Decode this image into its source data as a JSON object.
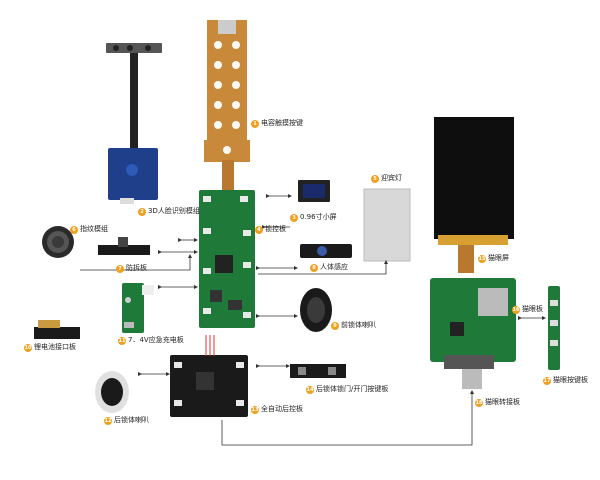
{
  "components": [
    {
      "id": "cap_touch",
      "num": "1",
      "label": "电容触摸按键"
    },
    {
      "id": "face3d",
      "num": "2",
      "label": "3D人脸识别模组"
    },
    {
      "id": "mini_screen",
      "num": "3",
      "label": "0.96寸小屏"
    },
    {
      "id": "lock_board",
      "num": "4",
      "label": "锁控板"
    },
    {
      "id": "welcome_light",
      "num": "5",
      "label": "迎宾灯"
    },
    {
      "id": "fingerprint",
      "num": "6",
      "label": "指纹模组"
    },
    {
      "id": "anti_tamper",
      "num": "7",
      "label": "防拆板"
    },
    {
      "id": "pir",
      "num": "8",
      "label": "人体感应"
    },
    {
      "id": "front_speaker",
      "num": "9",
      "label": "前锁体喇叭"
    },
    {
      "id": "battery_port",
      "num": "10",
      "label": "锂电池接口板"
    },
    {
      "id": "emergency_charge",
      "num": "11",
      "label": "7．4V应急充电板"
    },
    {
      "id": "rear_speaker",
      "num": "12",
      "label": "后锁体喇叭"
    },
    {
      "id": "rear_panel",
      "num": "13",
      "label": "全自动后控板"
    },
    {
      "id": "rear_keys",
      "num": "14",
      "label": "后锁体锁门/开门按键板"
    },
    {
      "id": "peephole_screen",
      "num": "15",
      "label": "猫眼屏"
    },
    {
      "id": "peephole_board",
      "num": "16",
      "label": "猫眼板"
    },
    {
      "id": "peephole_keys",
      "num": "17",
      "label": "猫眼按键板"
    },
    {
      "id": "peephole_adapter",
      "num": "18",
      "label": "猫眼转接板"
    }
  ],
  "colors": {
    "badge": "#f0a020",
    "pcb_green": "#1f7a3a",
    "pcb_blue": "#1f3f8a",
    "flex": "#b87830"
  }
}
